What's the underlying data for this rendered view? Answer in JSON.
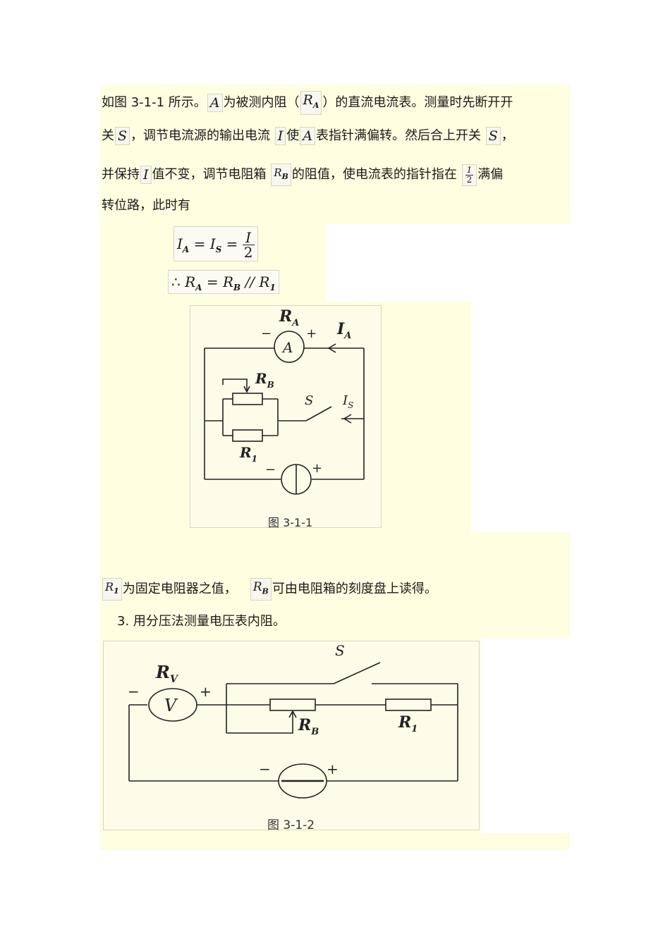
{
  "paragraph1": {
    "l1_a": "如图 3-1-1  所示。",
    "l1_sym_a": "A",
    "l1_b": "为被测内阻（",
    "l1_sym_ra": "R",
    "l1_sym_ra_sub": "A",
    "l1_c": "）的直流电流表。测量时先断开开",
    "l2_a": "关",
    "l2_sym_s": "S",
    "l2_b": "，调节电流源的输出电流 ",
    "l2_sym_i": "I",
    "l2_c": "使",
    "l2_sym_a": "A",
    "l2_d": "表指针满偏转。然后合上开关 ",
    "l2_sym_s2": "S",
    "l2_e": "，",
    "l3_a": "并保持",
    "l3_sym_i": "I",
    "l3_b": "值不变，调节电阻箱 ",
    "l3_sym_rb": "R",
    "l3_sym_rb_sub": "B",
    "l3_c": "的阻值，使电流表的指针指在 ",
    "l3_frac_num": "1",
    "l3_frac_den": "2",
    "l3_d": "满偏",
    "l4": "转位路，此时有"
  },
  "formulas": {
    "f1_ia": "I",
    "f1_ia_sub": "A",
    "f1_eq1": " = ",
    "f1_is": "I",
    "f1_is_sub": "S",
    "f1_eq2": " = ",
    "f1_num": "I",
    "f1_den": "2",
    "f2_therefore": "∴ ",
    "f2_ra": "R",
    "f2_ra_sub": "A",
    "f2_eq": " = ",
    "f2_rb": "R",
    "f2_rb_sub": "B",
    "f2_par": " // ",
    "f2_r1": "R",
    "f2_r1_sub": "1"
  },
  "figure1": {
    "label_ra": "R",
    "label_ra_sub": "A",
    "label_ia": "I",
    "label_ia_sub": "A",
    "meter_a": "A",
    "minus_a": "−",
    "plus_a": "+",
    "label_rb": "R",
    "label_rb_sub": "B",
    "label_s": "S",
    "label_is": "I",
    "label_is_sub": "S",
    "label_r1": "R",
    "label_r1_sub": "1",
    "minus_src": "−",
    "plus_src": "+",
    "caption": "图 3-1-1"
  },
  "paragraph2": {
    "sym_r1": "R",
    "sym_r1_sub": "1",
    "a": "为固定电阻器之值，",
    "sym_rb": "R",
    "sym_rb_sub": "B",
    "b": "可由电阻箱的刻度盘上读得。"
  },
  "heading3": "3. 用分压法测量电压表内阻。",
  "figure2": {
    "label_s": "S",
    "label_rv": "R",
    "label_rv_sub": "V",
    "meter_v": "V",
    "minus_v": "−",
    "plus_v": "+",
    "label_rb": "R",
    "label_rb_sub": "B",
    "label_r1": "R",
    "label_r1_sub": "1",
    "minus_src": "−",
    "plus_src": "+",
    "caption": "图 3-1-2"
  },
  "colors": {
    "page_bg": "#ffffff",
    "block_bg": "#fefee0",
    "ink": "#1a1a1a"
  }
}
